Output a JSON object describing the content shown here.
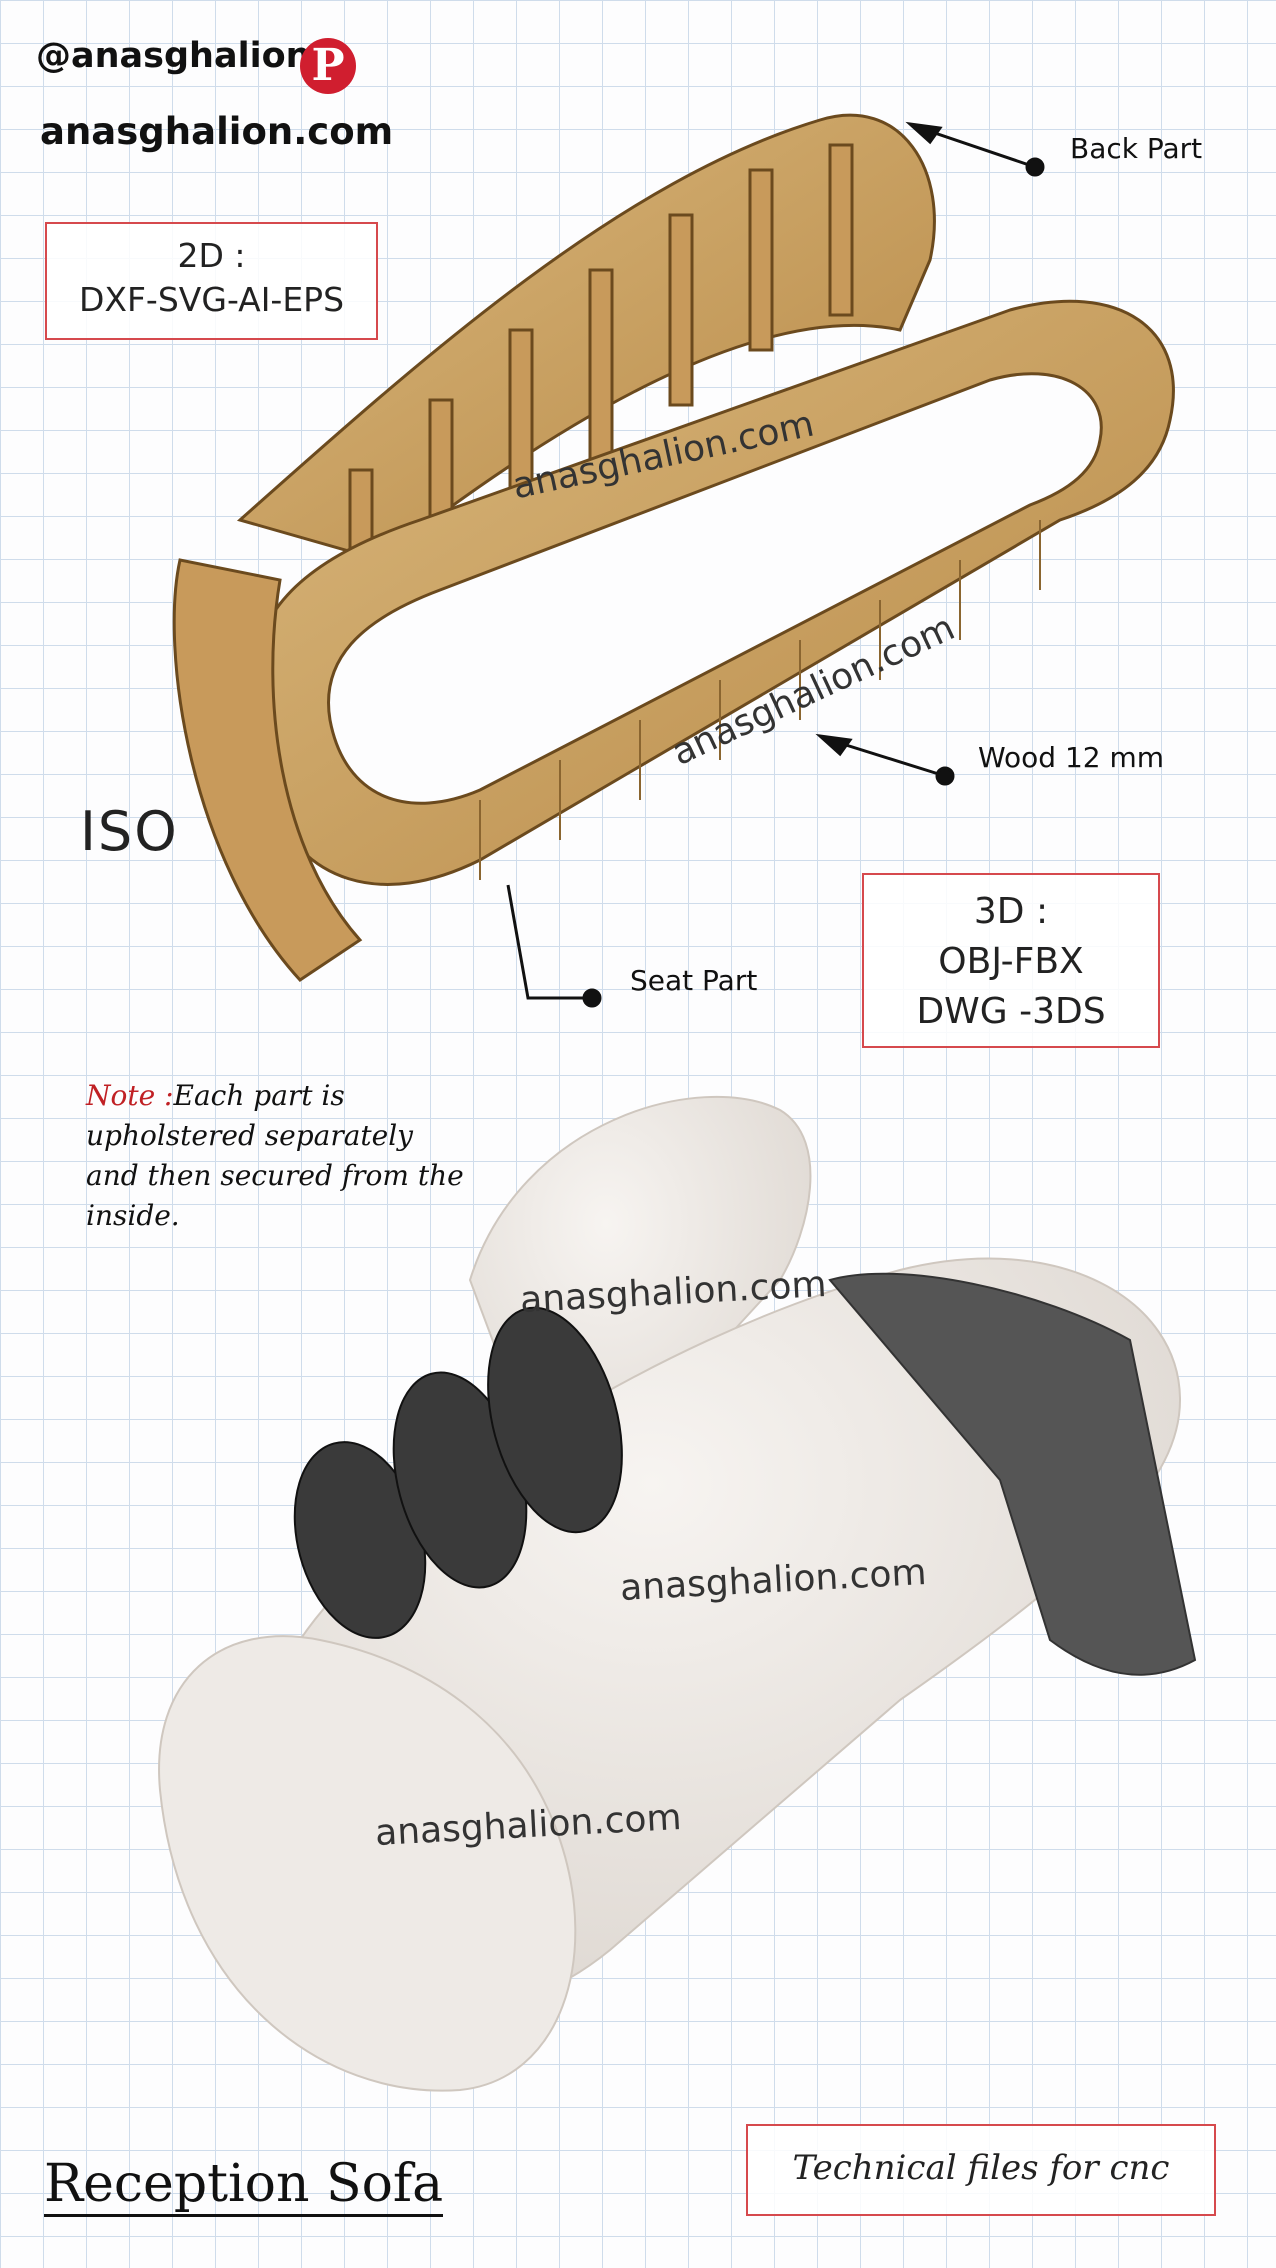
{
  "header": {
    "handle": "@anasghalion",
    "website": "anasghalion.com"
  },
  "formats": {
    "box_2d": {
      "line1": "2D :",
      "line2": "DXF-SVG-AI-EPS"
    },
    "box_3d": {
      "line1": "3D :",
      "line2": "OBJ-FBX",
      "line3": "DWG -3DS"
    }
  },
  "view_label": "ISO",
  "callouts": {
    "back_part": "Back Part",
    "wood": "Wood 12 mm",
    "seat_part": "Seat Part"
  },
  "note": {
    "prefix": "Note :",
    "text": "Each part is upholstered separately and then secured from the inside."
  },
  "watermarks": {
    "frame_1": "anasghalion.com",
    "frame_2": "anasghalion.com",
    "sofa_1": "anasghalion.com",
    "sofa_2": "anasghalion.com",
    "sofa_3": "anasghalion.com"
  },
  "footer": {
    "title": "Reception Sofa",
    "cnc_label": "Technical files for cnc"
  },
  "icons": {
    "pinterest": "pinterest-icon"
  },
  "colors": {
    "accent_red": "#d6494d",
    "wood": "#c9a063",
    "sofa": "#ece7e2"
  }
}
